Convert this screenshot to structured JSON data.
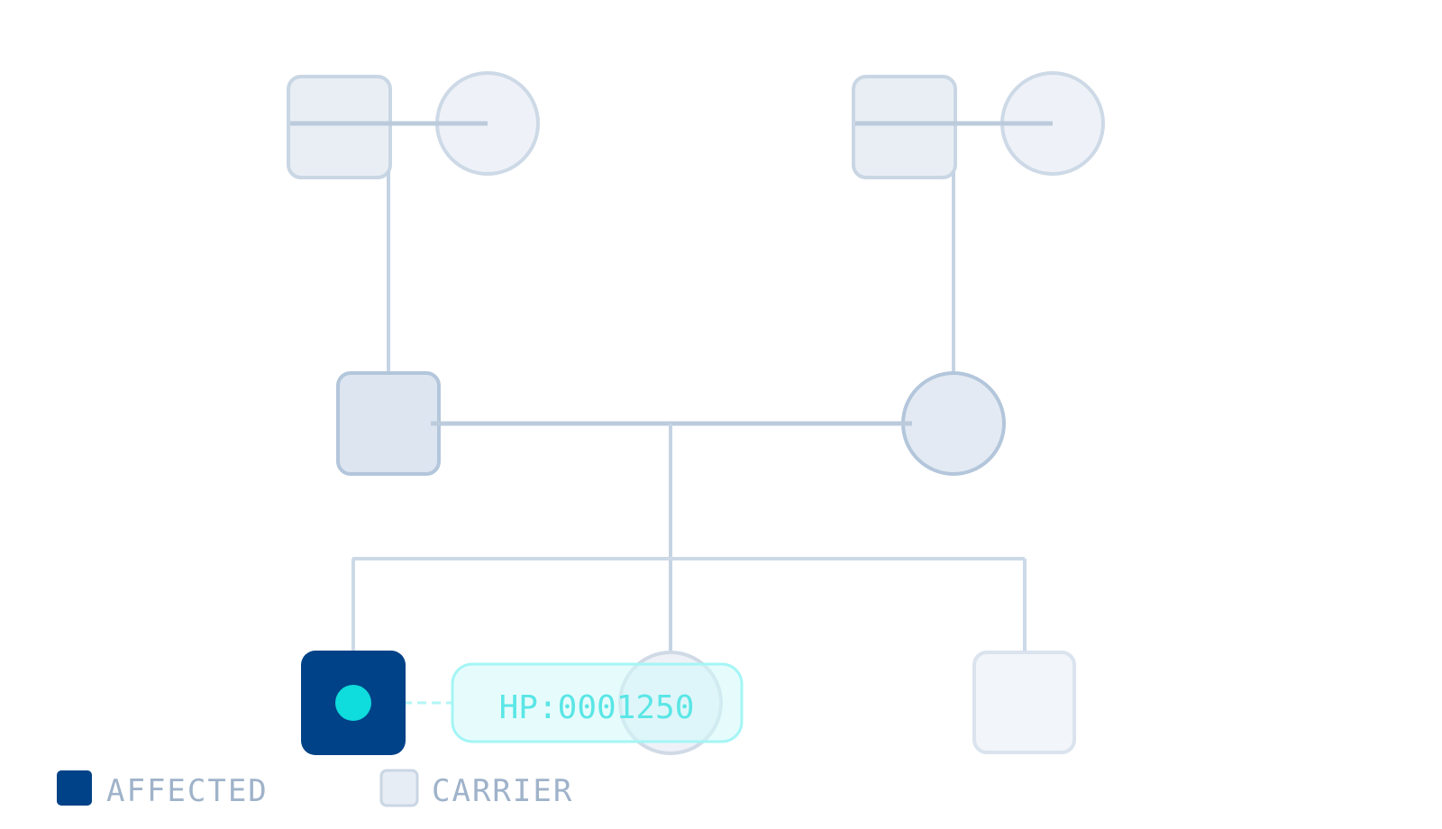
{
  "colors": {
    "line": "#c5d4e4",
    "line_strong": "#b3c6db",
    "node_fill": "#e7edf5",
    "node_stroke": "#b9cade",
    "parent_fill": "#dce5f0",
    "parent_stroke": "#a9bed6",
    "affected": "#004287",
    "accent": "#0fdcdc",
    "hpo_fill": "#e6fcfc",
    "hpo_stroke": "#a5f5f5",
    "hpo_text": "#5ae6e6",
    "legend_text": "#9fb3ca"
  },
  "annotation": {
    "hpo_term": "HP:0001250"
  },
  "legend": {
    "affected_label": "AFFECTED",
    "carrier_label": "CARRIER"
  }
}
